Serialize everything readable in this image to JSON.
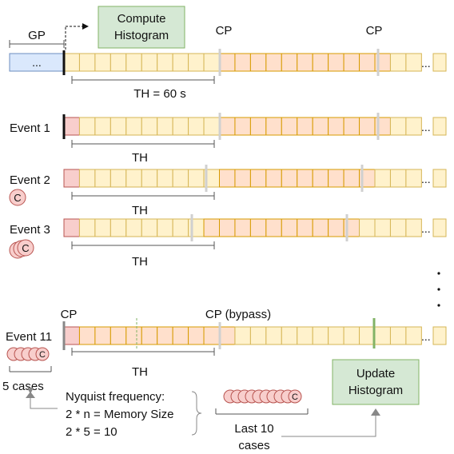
{
  "labels": {
    "gp": "GP",
    "compute_histogram_line1": "Compute",
    "compute_histogram_line2": "Histogram",
    "cp": "CP",
    "cp_bypass": "CP (bypass)",
    "ellipsis_gp": "...",
    "ellipsis_row": "...",
    "th_60": "TH = 60 s",
    "th": "TH",
    "event1": "Event 1",
    "event2": "Event 2",
    "event3": "Event 3",
    "event11": "Event 11",
    "case_glyph": "C",
    "five_cases": "5 cases",
    "nyquist_line1": "Nyquist frequency:",
    "nyquist_line2": "2 * n = Memory Size",
    "nyquist_line3": "2 * 5 = 10",
    "last10_line1": "Last 10",
    "last10_line2": "cases",
    "update_histogram_line1": "Update",
    "update_histogram_line2": "Histogram"
  },
  "colors": {
    "cell_yellow_fill": "#fff2cc",
    "cell_yellow_stroke": "#d6b656",
    "cell_peach_fill": "#ffe0cc",
    "cell_orange_stroke": "#d79b00",
    "event_red_fill": "#f8cecc",
    "event_red_stroke": "#b85450",
    "gp_blue_fill": "#dae8fc",
    "gp_blue_stroke": "#6c8ebf",
    "green_fill": "#d5e8d4",
    "green_stroke": "#82b366",
    "cp_gray": "#d0d0d0",
    "arrow_gray": "#888888"
  }
}
